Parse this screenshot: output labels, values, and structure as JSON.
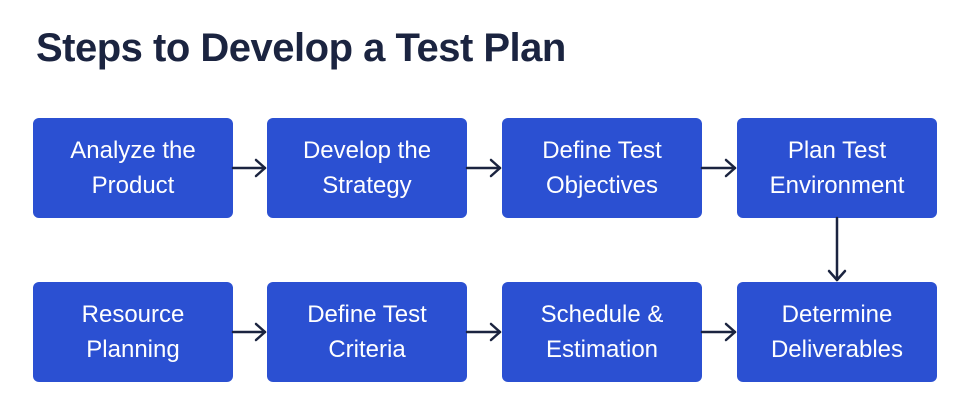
{
  "title": "Steps to Develop a Test Plan",
  "colors": {
    "box": "#2b50d2",
    "box_text": "#ffffff",
    "title": "#1b2440",
    "arrow": "#1b2440"
  },
  "steps": [
    {
      "label": "Analyze the\nProduct"
    },
    {
      "label": "Develop the\nStrategy"
    },
    {
      "label": "Define Test\nObjectives"
    },
    {
      "label": "Plan Test\nEnvironment"
    },
    {
      "label": "Resource\nPlanning"
    },
    {
      "label": "Define Test\nCriteria"
    },
    {
      "label": "Schedule &\nEstimation"
    },
    {
      "label": "Determine\nDeliverables"
    }
  ]
}
